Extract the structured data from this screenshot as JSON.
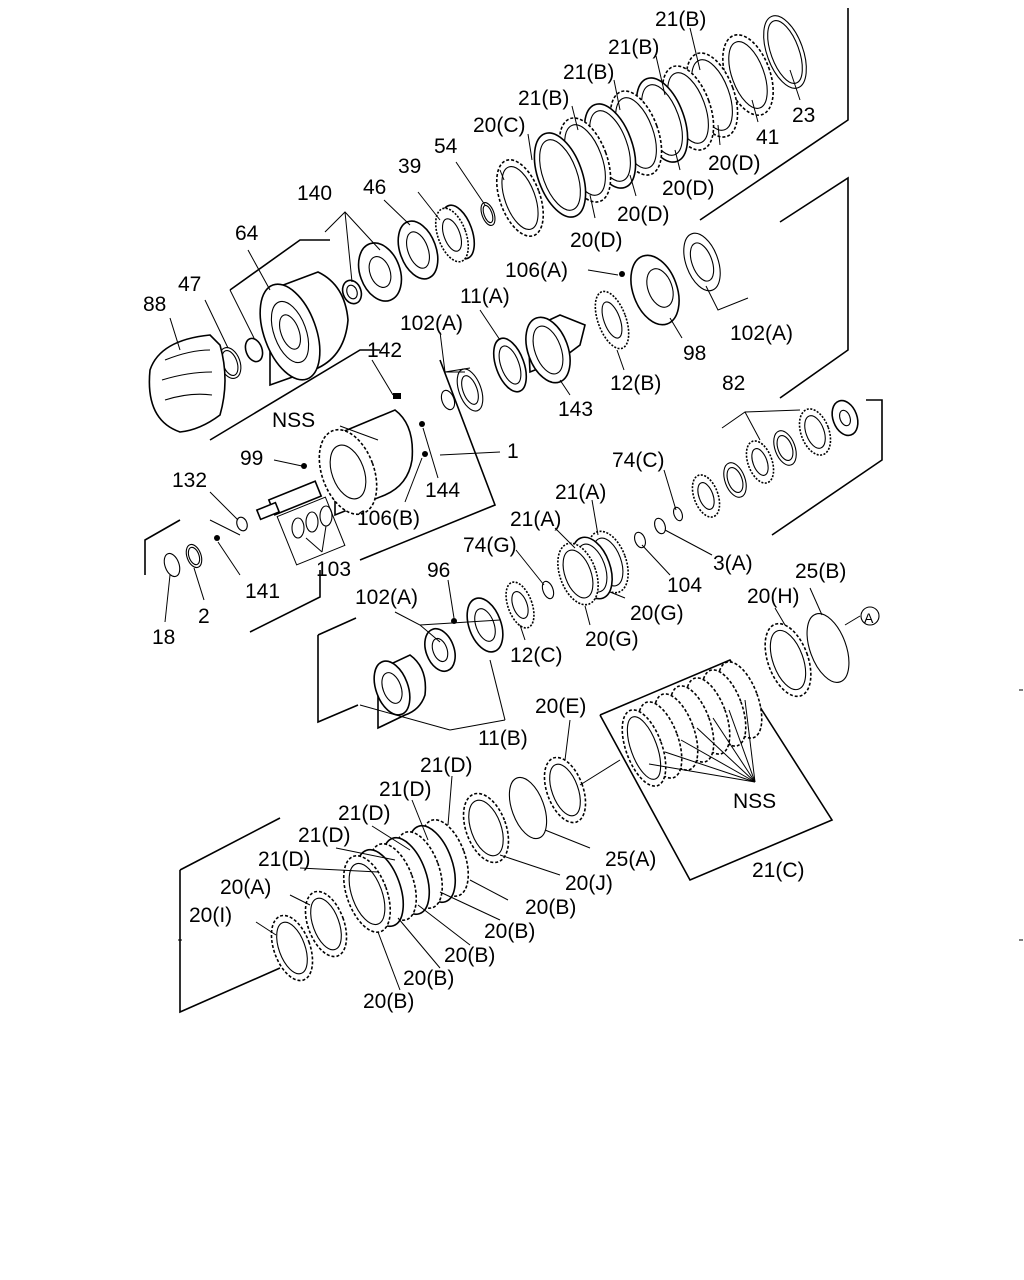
{
  "diagram": {
    "labels": {
      "l_21b_1": "21(B)",
      "l_21b_2": "21(B)",
      "l_21b_3": "21(B)",
      "l_21b_4": "21(B)",
      "l_23": "23",
      "l_41": "41",
      "l_20d_1": "20(D)",
      "l_20d_2": "20(D)",
      "l_20d_3": "20(D)",
      "l_20d_4": "20(D)",
      "l_20c": "20(C)",
      "l_54": "54",
      "l_39": "39",
      "l_46": "46",
      "l_140": "140",
      "l_64": "64",
      "l_47": "47",
      "l_88": "88",
      "l_106a": "106(A)",
      "l_11a": "11(A)",
      "l_102a_1": "102(A)",
      "l_102a_2": "102(A)",
      "l_98": "98",
      "l_12b": "12(B)",
      "l_143": "143",
      "l_142": "142",
      "l_nss_1": "NSS",
      "l_99": "99",
      "l_1": "1",
      "l_144": "144",
      "l_106b": "106(B)",
      "l_82": "82",
      "l_74c": "74(C)",
      "l_132": "132",
      "l_103": "103",
      "l_141": "141",
      "l_18": "18",
      "l_2": "2",
      "l_21a_1": "21(A)",
      "l_21a_2": "21(A)",
      "l_74g": "74(G)",
      "l_3a": "3(A)",
      "l_104": "104",
      "l_20g_1": "20(G)",
      "l_20g_2": "20(G)",
      "l_96": "96",
      "l_102a_3": "102(A)",
      "l_12c": "12(C)",
      "l_25b": "25(B)",
      "l_20h": "20(H)",
      "l_a": "A",
      "l_11b": "11(B)",
      "l_20e": "20(E)",
      "l_nss_2": "NSS",
      "l_25a": "25(A)",
      "l_21c": "21(C)",
      "l_21d_1": "21(D)",
      "l_21d_2": "21(D)",
      "l_21d_3": "21(D)",
      "l_21d_4": "21(D)",
      "l_21d_5": "21(D)",
      "l_20a": "20(A)",
      "l_20i": "20(I)",
      "l_20j": "20(J)",
      "l_20b_1": "20(B)",
      "l_20b_2": "20(B)",
      "l_20b_3": "20(B)",
      "l_20b_4": "20(B)",
      "l_20b_5": "20(B)"
    }
  }
}
